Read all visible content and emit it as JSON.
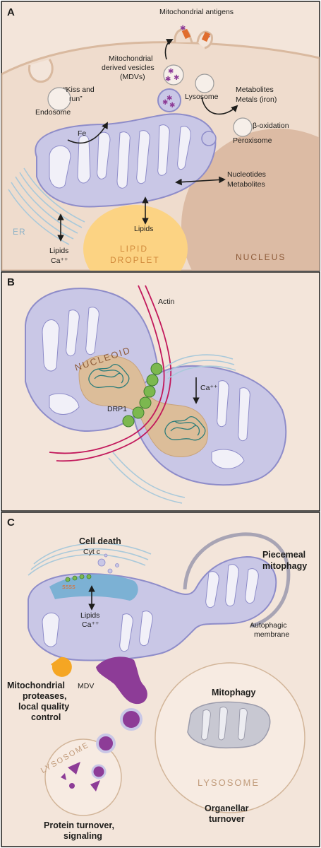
{
  "panels": {
    "a": {
      "letter": "A",
      "mitochondrial_antigens": "Mitochondrial antigens",
      "mdv_line1": "Mitochondrial",
      "mdv_line2": "derived vesicles",
      "mdv_line3": "(MDVs)",
      "kiss_line1": "“Kiss and",
      "kiss_line2": "run”",
      "endosome": "Endosome",
      "fe": "Fe",
      "lysosome": "Lysosome",
      "metabolites": "Metabolites",
      "metals": "Metals (iron)",
      "beta_oxidation": "β-oxidation",
      "peroxisome": "Peroxisome",
      "nucleotides": "Nucleotides",
      "metabolites2": "Metabolites",
      "lipids_droplet": "Lipids",
      "er": "ER",
      "lipids_er": "Lipids",
      "ca_er": "Ca⁺⁺",
      "lipid_droplet_line1": "LIPID",
      "lipid_droplet_line2": "DROPLET",
      "nucleus": "NUCLEUS"
    },
    "b": {
      "letter": "B",
      "actin": "Actin",
      "nucleoid": "NUCLEOID",
      "ca": "Ca⁺⁺",
      "drp1": "DRP1"
    },
    "c": {
      "letter": "C",
      "cell_death": "Cell death",
      "cyt_c": "Cyt c",
      "piecemeal_line1": "Piecemeal",
      "piecemeal_line2": "mitophagy",
      "lipids": "Lipids",
      "ca": "Ca⁺⁺",
      "autophagic_line1": "Autophagic",
      "autophagic_line2": "membrane",
      "proteases_line1": "Mitochondrial",
      "proteases_line2": "proteases,",
      "proteases_line3": "local quality",
      "proteases_line4": "control",
      "mdv": "MDV",
      "mitophagy": "Mitophagy",
      "lysosome_big": "LYSOSOME",
      "lysosome_small": "LYSOSOME",
      "protein_line1": "Protein turnover,",
      "protein_line2": "signaling",
      "organellar_line1": "Organellar",
      "organellar_line2": "turnover"
    }
  },
  "colors": {
    "panel_bg": "#f3e5da",
    "cytoplasm": "#efdccd",
    "mito_fill": "#c9c7e6",
    "mito_stroke": "#8e8cc9",
    "cristae": "#f1f0f8",
    "nucleus": "#dcbba4",
    "lipid_droplet": "#fcd383",
    "er": "#a9c9da",
    "drp1": "#7cb84f",
    "actin": "#c2185b",
    "nucleoid": "#dcbd99",
    "purple": "#8d3c97",
    "orange": "#f5a623",
    "lysosome": "#f7ebe2"
  }
}
